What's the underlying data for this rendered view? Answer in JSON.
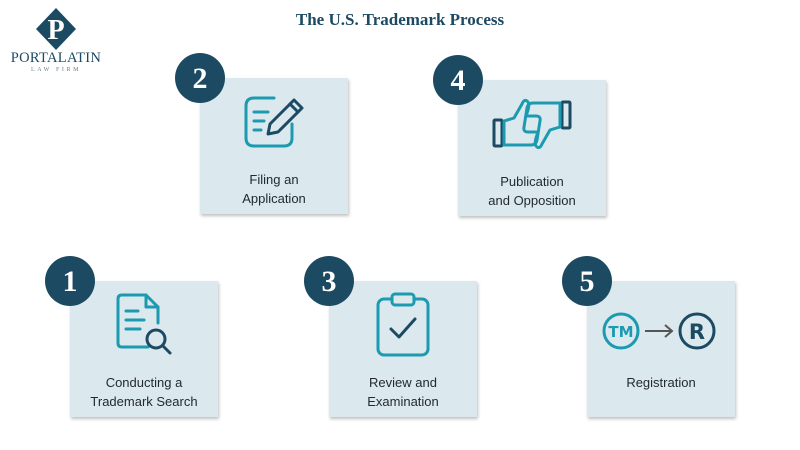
{
  "logo": {
    "name": "PORTALATIN",
    "sub": "LAW FIRM",
    "monogram": "P"
  },
  "title": "The U.S. Trademark Process",
  "steps": [
    {
      "number": "1",
      "line1": "Conducting a",
      "line2": "Trademark Search",
      "icon": "document-search-icon"
    },
    {
      "number": "2",
      "line1": "Filing an",
      "line2": "Application",
      "icon": "edit-form-icon"
    },
    {
      "number": "3",
      "line1": "Review and",
      "line2": "Examination",
      "icon": "clipboard-check-icon"
    },
    {
      "number": "4",
      "line1": "Publication",
      "line2": "and Opposition",
      "icon": "thumbs-up-down-icon"
    },
    {
      "number": "5",
      "line1": "Registration",
      "line2": "",
      "icon": "tm-to-registered-icon"
    }
  ],
  "icons": {
    "tm_text": "TM",
    "registered_text": "R"
  },
  "colors": {
    "navy": "#1d4a63",
    "teal": "#1b9ab0",
    "card": "#dbe8ee"
  }
}
